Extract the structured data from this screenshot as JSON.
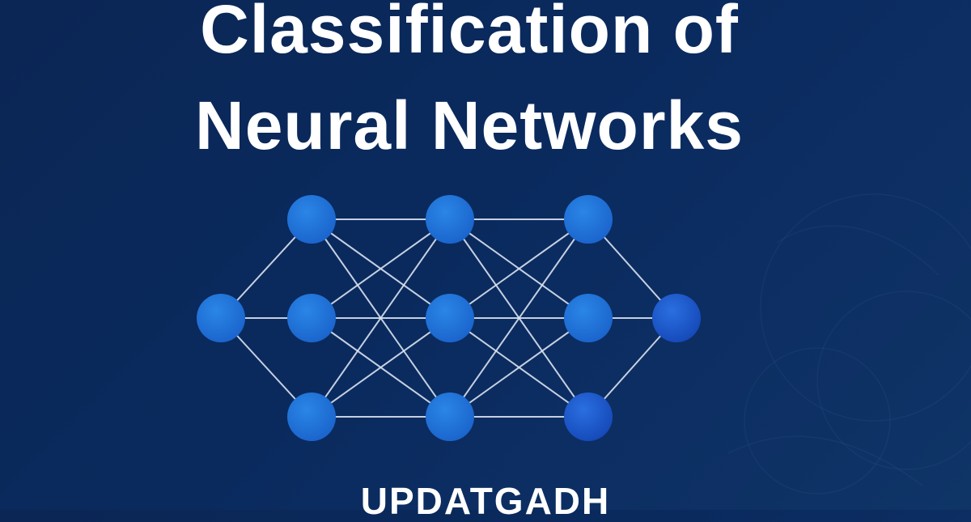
{
  "hero": {
    "title_line_1": "Classification of",
    "title_line_2": "Neural Networks",
    "brand": "UPDATGADH"
  },
  "network_diagram": {
    "layers": [
      1,
      3,
      3,
      3,
      1
    ],
    "node_color": "#1f6fd6",
    "node_color_dark": "#1650bf",
    "edge_color": "#d9e2ef"
  },
  "colors": {
    "background_start": "#0b2654",
    "background_end": "#0f3466",
    "text": "#ffffff"
  }
}
